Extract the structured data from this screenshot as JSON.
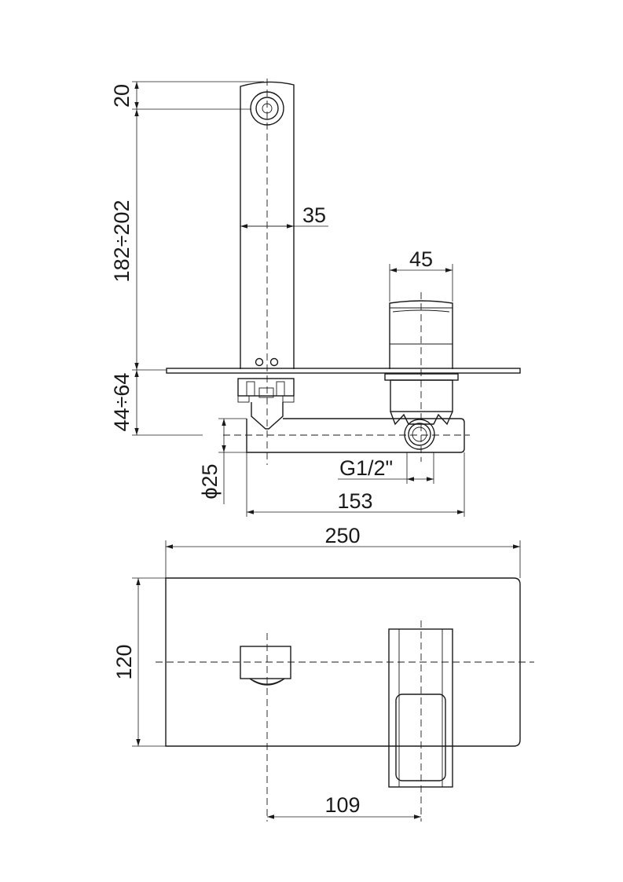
{
  "labels": {
    "d20": "20",
    "d182_202": "182÷202",
    "d35": "35",
    "d45": "45",
    "d44_64": "44÷64",
    "dphi25": "ϕ25",
    "g12": "G1/2\"",
    "d153": "153",
    "d250": "250",
    "d120": "120",
    "d109": "109"
  },
  "colors": {
    "line": "#1a1a1a",
    "background": "#ffffff"
  }
}
